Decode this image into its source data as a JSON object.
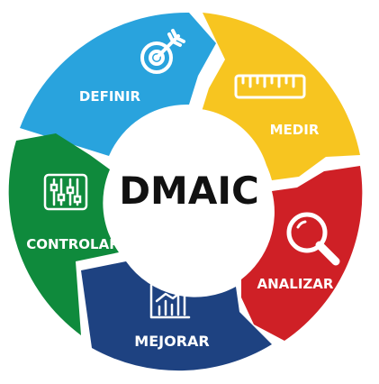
{
  "center": {
    "title": "DMAIC"
  },
  "phases": [
    {
      "id": "definir",
      "label": "DEFINIR",
      "color": "#29a3dd",
      "icon": "target-arrow-icon"
    },
    {
      "id": "medir",
      "label": "MEDIR",
      "color": "#f7c520",
      "icon": "ruler-icon"
    },
    {
      "id": "analizar",
      "label": "ANALIZAR",
      "color": "#cf2026",
      "icon": "magnifier-icon"
    },
    {
      "id": "mejorar",
      "label": "MEJORAR",
      "color": "#1e4281",
      "icon": "growth-chart-icon"
    },
    {
      "id": "controlar",
      "label": "CONTROLAR",
      "color": "#0f8a3c",
      "icon": "control-panel-icon"
    }
  ]
}
